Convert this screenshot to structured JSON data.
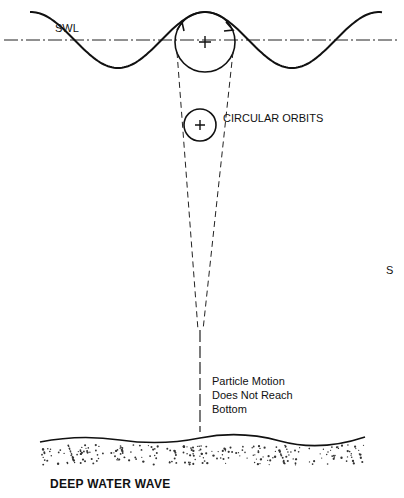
{
  "diagram": {
    "caption": "DEEP WATER WAVE",
    "labels": [
      "SWL",
      "CIRCULAR ORBITS",
      "Particle Motion Does Not Reach Bottom",
      "S"
    ]
  }
}
